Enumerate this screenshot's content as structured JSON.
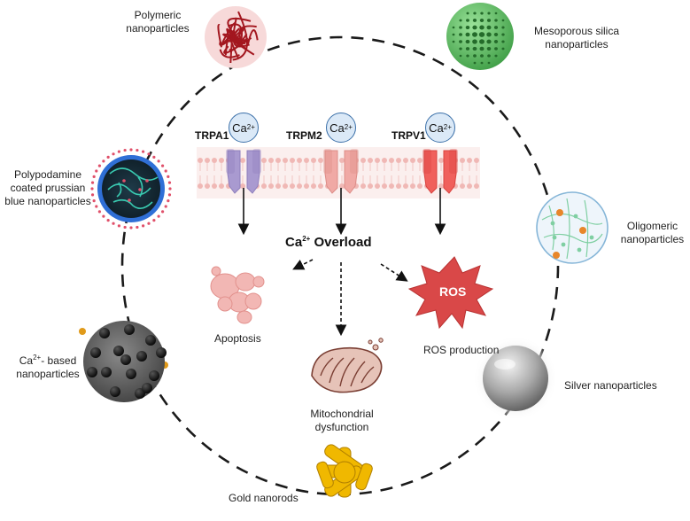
{
  "particles": {
    "polymeric": [
      "Polymeric",
      "nanoparticles"
    ],
    "mesoporous": [
      "Mesoporous silica",
      "nanoparticles"
    ],
    "prussian": [
      "Polypodamine",
      "coated prussian",
      "blue nanoparticles"
    ],
    "oligomeric": [
      "Oligomeric",
      "nanoparticles"
    ],
    "calcium": {
      "pre": "Ca",
      "sup": "2+",
      "post": "- based",
      "line2": "nanoparticles"
    },
    "silver": "Silver nanoparticles",
    "gold": "Gold nanorods"
  },
  "channels": [
    {
      "name": "TRPA1",
      "ion": "Ca",
      "charge": "2+",
      "color": "#a99ad0",
      "dark": "#8e7fbd"
    },
    {
      "name": "TRPM2",
      "ion": "Ca",
      "charge": "2+",
      "color": "#f0a9a5",
      "dark": "#dd8d88"
    },
    {
      "name": "TRPV1",
      "ion": "Ca",
      "charge": "2+",
      "color": "#f0605c",
      "dark": "#d9433f"
    }
  ],
  "overload": {
    "pre": "Ca",
    "sup": "2+",
    "post": " Overload"
  },
  "outcomes": {
    "apoptosis": "Apoptosis",
    "mito": [
      "Mitochondrial",
      "dysfunction"
    ],
    "ros_badge": "ROS",
    "ros_label": "ROS production"
  },
  "colors": {
    "circle": "#1a1a1a",
    "membrane": "#f4c9c7",
    "polymeric": "#b3202a",
    "silica": "#4caf50",
    "prussian_core": "#1c3340",
    "prussian_shell": "#2f6fd6",
    "gold": "#f0b800",
    "silver": "#9a9a9a",
    "ros": "#d94848",
    "apoptosis": "#f2b7b4"
  }
}
